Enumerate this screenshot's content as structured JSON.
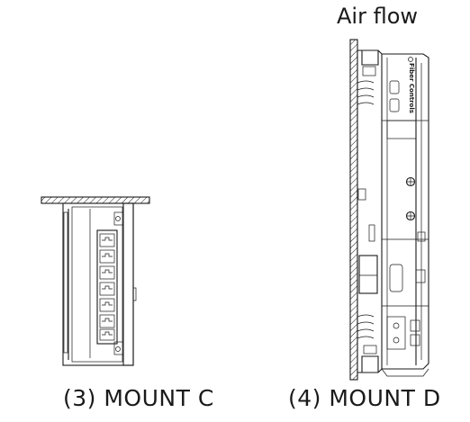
{
  "labels": {
    "air_flow": "Air flow",
    "mount_c": "(3) MOUNT C",
    "mount_d": "(4) MOUNT D",
    "brand_mark": "Fiber Controls"
  },
  "colors": {
    "line": "#1a1a1a",
    "background": "#ffffff"
  }
}
